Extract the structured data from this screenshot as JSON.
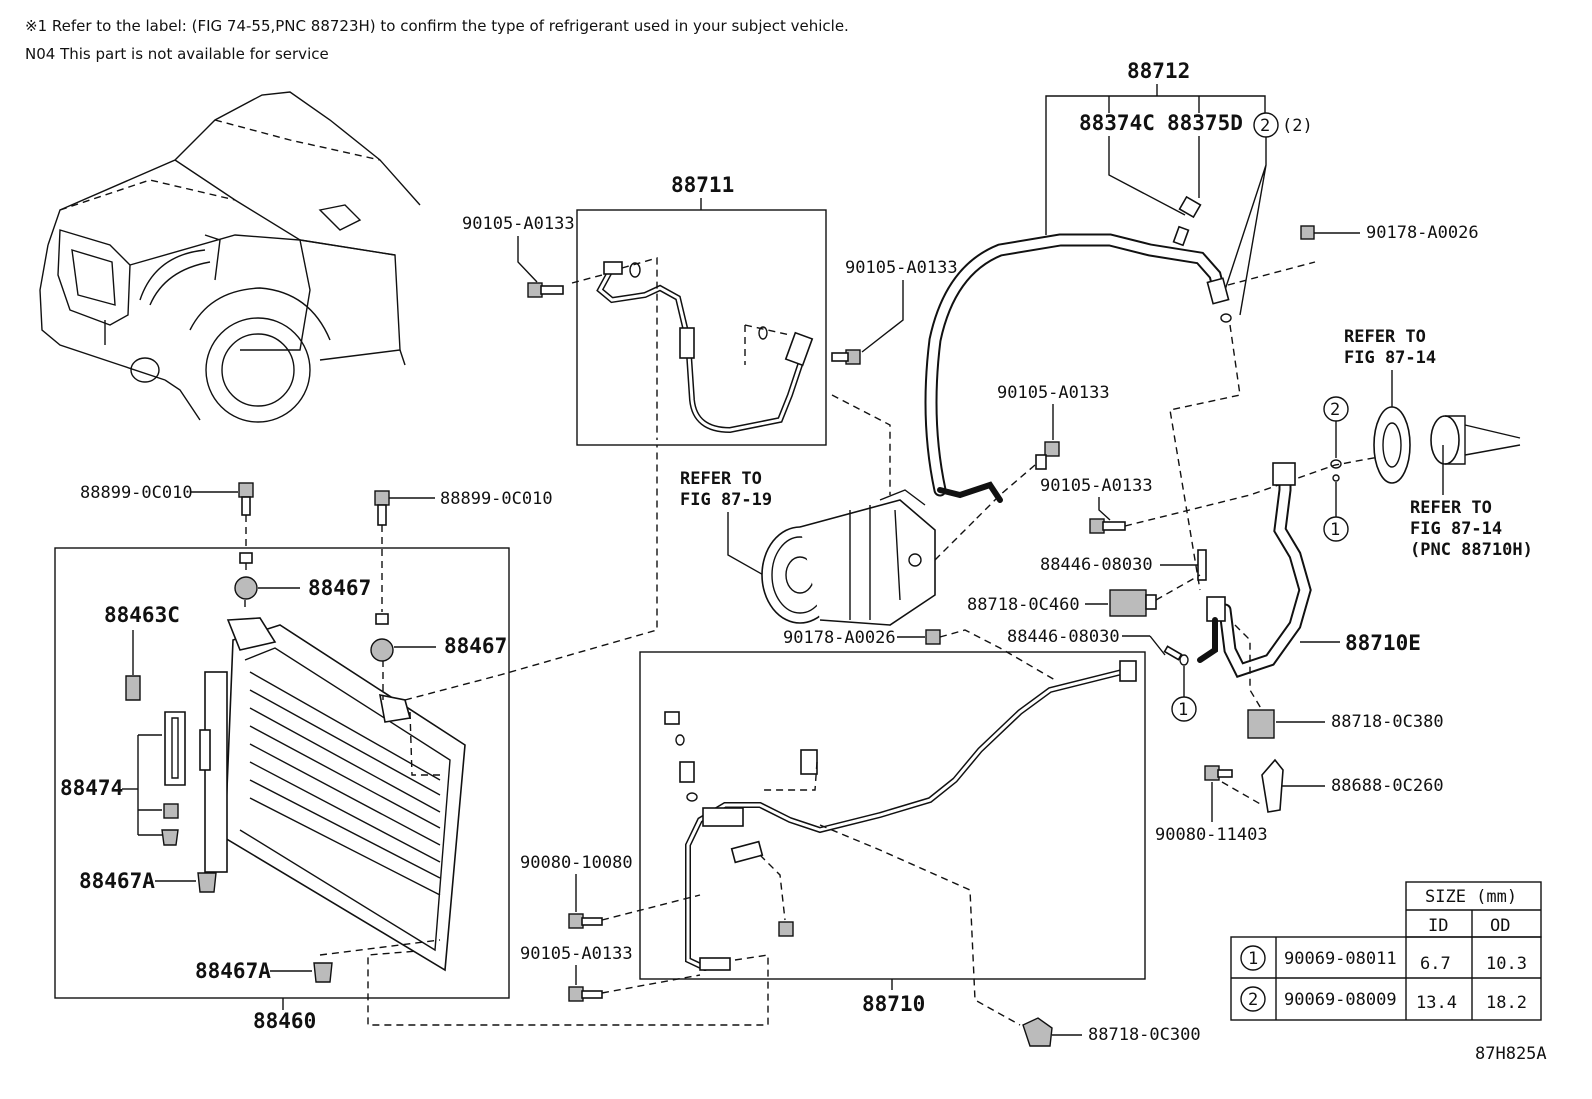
{
  "notes": {
    "line1": "※1 Refer to the label: (FIG 74-55,PNC 88723H) to confirm the type of refrigerant used in your subject vehicle.",
    "line2": "N04 This part is not available for service"
  },
  "groups": {
    "g88712": "88712",
    "g88711": "88711",
    "g88710": "88710",
    "g88460": "88460"
  },
  "parts": {
    "p88374C": "88374C",
    "p88375D": "88375D",
    "p2ref": "(2)",
    "p90178_A0026_a": "90178-A0026",
    "p90105_a": "90105-A0133",
    "p90105_b": "90105-A0133",
    "p90105_c": "90105-A0133",
    "p90105_d": "90105-A0133",
    "p90105_e": "90105-A0133",
    "p88899_a": "88899-0C010",
    "p88899_b": "88899-0C010",
    "p88467_a": "88467",
    "p88467_b": "88467",
    "p88463C": "88463C",
    "p88474": "88474",
    "p88467A_a": "88467A",
    "p88467A_b": "88467A",
    "p88446_a": "88446-08030",
    "p88446_b": "88446-08030",
    "p88718_0C460": "88718-0C460",
    "p90178_A0026_b": "90178-A0026",
    "p88710E": "88710E",
    "p88718_0C380": "88718-0C380",
    "p88688_0C260": "88688-0C260",
    "p90080_11403": "90080-11403",
    "p90080_10080": "90080-10080",
    "p88718_0C300": "88718-0C300"
  },
  "refs": {
    "fig8719_l1": "REFER TO",
    "fig8719_l2": "FIG 87-19",
    "fig8714top_l1": "REFER TO",
    "fig8714top_l2": "FIG 87-14",
    "fig8714bot_l1": "REFER TO",
    "fig8714bot_l2": "FIG 87-14",
    "fig8714bot_l3": "(PNC 88710H)"
  },
  "callouts": {
    "c2_top": "2",
    "c2_mid": "2",
    "c1_mid": "1",
    "c1_low": "1"
  },
  "size_table": {
    "header": "SIZE (mm)",
    "col_id": "ID",
    "col_od": "OD",
    "rows": [
      {
        "key": "1",
        "part": "90069-08011",
        "id": "6.7",
        "od": "10.3"
      },
      {
        "key": "2",
        "part": "90069-08009",
        "id": "13.4",
        "od": "18.2"
      }
    ]
  },
  "diagram_code": "87H825A"
}
